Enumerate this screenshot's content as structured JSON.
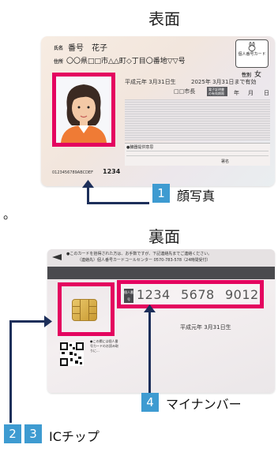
{
  "front": {
    "heading": "表面",
    "name_label": "氏名",
    "name_value": "番号　花子",
    "address_label": "住所",
    "address_value": "〇〇県□□市△△町◇丁目〇番地▽▽号",
    "badge_label": "個人番号カード",
    "gender_label": "性別",
    "gender_value": "女",
    "birth_text": "平成元年 3月31日生",
    "expiry_text": "2025年 3月31日まで有効",
    "mayor_text": "□□市長",
    "sticker_text": "電子証明書の有効期限",
    "date_year": "年",
    "date_month": "月",
    "date_day": "日",
    "donor_text": "●臓器提供意思",
    "serial": "0123456789ABCDEF",
    "security_code": "1234",
    "sign_label": "署名"
  },
  "back": {
    "heading": "裏面",
    "notice_line1": "●このカードを拾得された方は、お手数ですが、下記連絡先までご連絡ください。",
    "notice_line2": "（連絡先）個人番号カードコールセンター 0570-783-578（24時間受付）",
    "number_label": "個人番号",
    "number_parts": [
      "1234",
      "5678",
      "9012"
    ],
    "birth_text": "平成元年 3月31日生",
    "side_note": "●この欄には個人番号カードのお読み取りに..."
  },
  "callouts": {
    "photo_number": "1",
    "photo_label": "顔写真",
    "chip_number_a": "2",
    "chip_number_b": "3",
    "chip_label": "ICチップ",
    "my_number_number": "4",
    "my_number_label": "マイナンバー"
  },
  "stray_text": "。",
  "colors": {
    "highlight": "#e4045f",
    "badge": "#3e9bd1",
    "connector": "#1d2f5a"
  }
}
